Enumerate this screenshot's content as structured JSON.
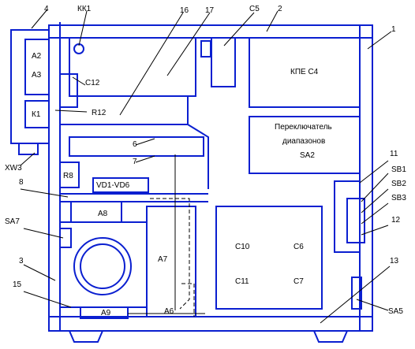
{
  "colors": {
    "line": "#0a1fd0",
    "text": "#000000",
    "dashed": "#000000"
  },
  "labels": {
    "n4": "4",
    "kk1": "КК1",
    "n16": "16",
    "n17": "17",
    "c5": "С5",
    "n2": "2",
    "n1": "1",
    "a2": "А2",
    "a3": "А3",
    "c12": "С12",
    "k1": "К1",
    "r12": "R12",
    "kpe": "КПЕ С4",
    "switch_l1": "Переключатель",
    "switch_l2": "диапазонов",
    "switch_l3": "SA2",
    "n6": "6",
    "n7": "7",
    "xw3": "XW3",
    "r8": "R8",
    "vd": "VD1-VD6",
    "n11": "11",
    "sb1": "SB1",
    "sb2": "SB2",
    "sb3": "SB3",
    "n12": "12",
    "n8": "8",
    "a8": "А8",
    "sa7": "SA7",
    "c10": "С10",
    "c6": "С6",
    "c11": "С11",
    "c7": "С7",
    "a7": "А7",
    "n3": "3",
    "n13": "13",
    "n15": "15",
    "a9": "А9",
    "a6": "А6",
    "sa5": "SA5"
  }
}
